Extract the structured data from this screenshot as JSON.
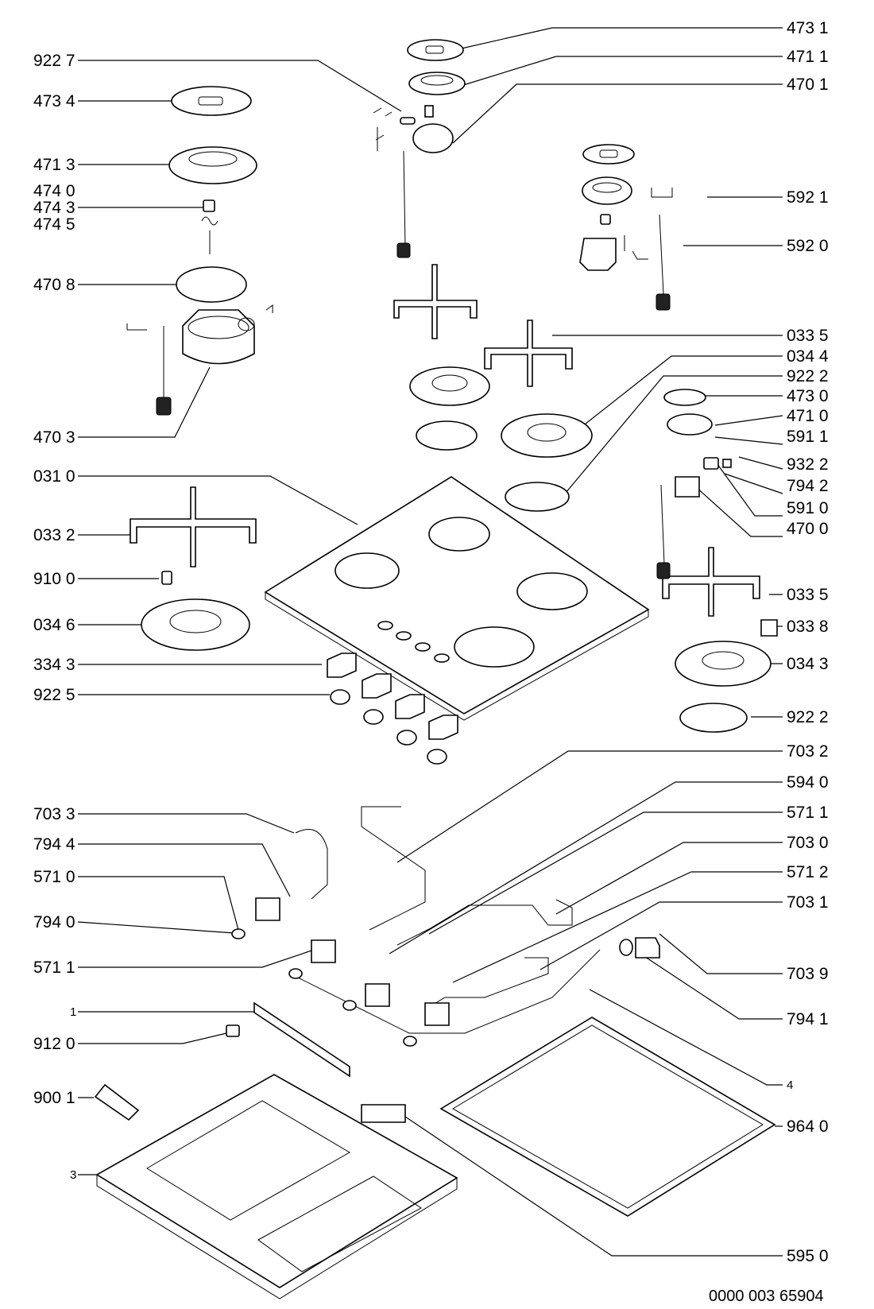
{
  "labels_left": [
    {
      "id": "l-922-7",
      "text": "922 7"
    },
    {
      "id": "l-473-4",
      "text": "473 4"
    },
    {
      "id": "l-471-3",
      "text": "471 3"
    },
    {
      "id": "l-474-0",
      "text": "474 0"
    },
    {
      "id": "l-474-3",
      "text": "474 3"
    },
    {
      "id": "l-474-5",
      "text": "474 5"
    },
    {
      "id": "l-470-8",
      "text": "470 8"
    },
    {
      "id": "l-470-3",
      "text": "470 3"
    },
    {
      "id": "l-031-0",
      "text": "031 0"
    },
    {
      "id": "l-033-2",
      "text": "033 2"
    },
    {
      "id": "l-910-0",
      "text": "910 0"
    },
    {
      "id": "l-034-6",
      "text": "034 6"
    },
    {
      "id": "l-334-3",
      "text": "334 3"
    },
    {
      "id": "l-922-5",
      "text": "922 5"
    },
    {
      "id": "l-703-3",
      "text": "703 3"
    },
    {
      "id": "l-794-4",
      "text": "794 4"
    },
    {
      "id": "l-571-0",
      "text": "571 0"
    },
    {
      "id": "l-794-0",
      "text": "794 0"
    },
    {
      "id": "l-571-1b",
      "text": "571 1"
    },
    {
      "id": "l-1",
      "text": "1"
    },
    {
      "id": "l-912-0",
      "text": "912 0"
    },
    {
      "id": "l-900-1",
      "text": "900 1"
    },
    {
      "id": "l-3",
      "text": "3"
    }
  ],
  "labels_right": [
    {
      "id": "r-473-1",
      "text": "473 1"
    },
    {
      "id": "r-471-1",
      "text": "471 1"
    },
    {
      "id": "r-470-1",
      "text": "470 1"
    },
    {
      "id": "r-592-1",
      "text": "592 1"
    },
    {
      "id": "r-592-0",
      "text": "592 0"
    },
    {
      "id": "r-033-5a",
      "text": "033 5"
    },
    {
      "id": "r-034-4",
      "text": "034 4"
    },
    {
      "id": "r-922-2a",
      "text": "922 2"
    },
    {
      "id": "r-473-0",
      "text": "473 0"
    },
    {
      "id": "r-471-0",
      "text": "471 0"
    },
    {
      "id": "r-591-1",
      "text": "591 1"
    },
    {
      "id": "r-932-2",
      "text": "932 2"
    },
    {
      "id": "r-794-2",
      "text": "794 2"
    },
    {
      "id": "r-591-0",
      "text": "591 0"
    },
    {
      "id": "r-470-0",
      "text": "470 0"
    },
    {
      "id": "r-033-5b",
      "text": "033 5"
    },
    {
      "id": "r-033-8",
      "text": "033 8"
    },
    {
      "id": "r-034-3",
      "text": "034 3"
    },
    {
      "id": "r-922-2b",
      "text": "922 2"
    },
    {
      "id": "r-703-2",
      "text": "703 2"
    },
    {
      "id": "r-594-0",
      "text": "594 0"
    },
    {
      "id": "r-571-1",
      "text": "571 1"
    },
    {
      "id": "r-703-0",
      "text": "703 0"
    },
    {
      "id": "r-571-2",
      "text": "571 2"
    },
    {
      "id": "r-703-1",
      "text": "703 1"
    },
    {
      "id": "r-703-9",
      "text": "703 9"
    },
    {
      "id": "r-794-1",
      "text": "794 1"
    },
    {
      "id": "r-4",
      "text": "4"
    },
    {
      "id": "r-964-0",
      "text": "964 0"
    },
    {
      "id": "r-595-0",
      "text": "595 0"
    }
  ],
  "drawing_reference": "0000 003 65904"
}
